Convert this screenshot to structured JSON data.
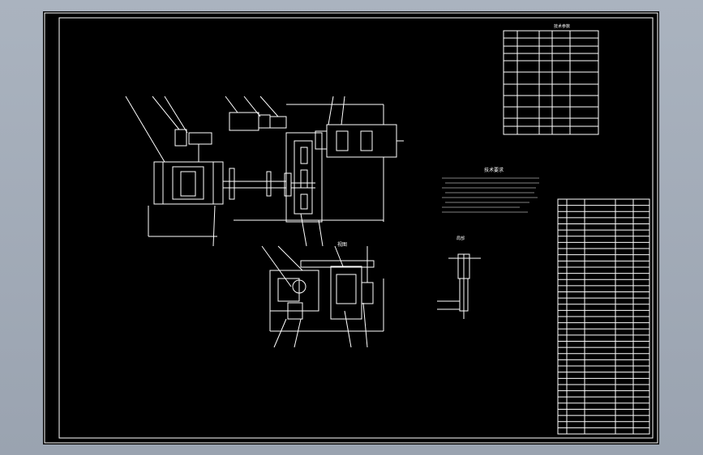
{
  "drawing": {
    "tech_requirements_title": "技术要求",
    "view_label": "视图",
    "detail_label": "局部"
  },
  "colors": {
    "background": "#000000",
    "line": "#ffffff",
    "frame_outer": "#cfd6de"
  }
}
